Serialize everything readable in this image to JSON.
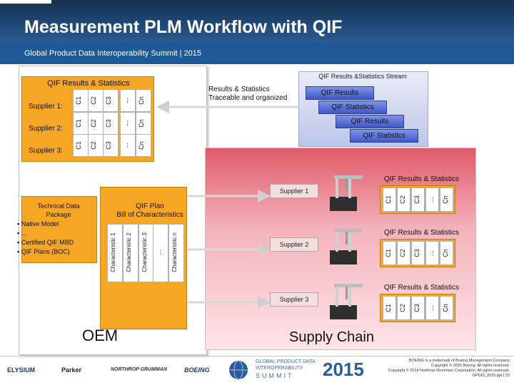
{
  "header": {
    "title": "Measurement PLM Workflow with QIF",
    "subtitle": "Global Product Data Interoperability Summit | 2015"
  },
  "oem": {
    "results_title": "QIF Results & Statistics",
    "suppliers": [
      "Supplier 1:",
      "Supplier 2:",
      "Supplier 3:"
    ],
    "columns": [
      "C1",
      "C2",
      "C3",
      "…",
      "Cn"
    ],
    "tdp_title_1": "Technical Data",
    "tdp_title_2": "Package",
    "tdp_items": [
      "Native Model",
      "…",
      "Certified QIF MBD",
      "QIF Plans (BOC)"
    ],
    "plan_title_1": "QIF Plan",
    "plan_title_2": "Bill of Characteristics",
    "characteristics": [
      "Characteristic 1",
      "Characteristic 2",
      "Characteristic 3",
      "…",
      "Characteristic n"
    ],
    "label": "OEM"
  },
  "traceable_1": "Results & Statistics",
  "traceable_2": "Traceable and organized",
  "stream": {
    "title": "QIF Results &Statistics Stream",
    "buttons": [
      "QIF Results",
      "QIF Statistics",
      "QIF Results",
      "QIF Statistics"
    ]
  },
  "supply": {
    "suppliers": [
      "Supplier 1",
      "Supplier 2",
      "Supplier 3"
    ],
    "results_title": "QIF Results & Statistics",
    "label": "Supply Chain"
  },
  "footer": {
    "logos": [
      "ELYSIUM",
      "Parker",
      "NORTHROP GRUMMAN",
      "BOEING"
    ],
    "summit_1": "GLOBAL PRODUCT DATA",
    "summit_2": "INTEROPERABILITY",
    "summit_3": "SUMMIT",
    "year": "2015",
    "legal": [
      "BOEING is a trademark of Boeing Management Company",
      "Copyright © 2015 Boeing. All rights reserved.",
      "Copyright © 2014 Northrop Grumman Corporation. All rights reserved.",
      "GPDIS_2015.ppt | 25"
    ]
  }
}
